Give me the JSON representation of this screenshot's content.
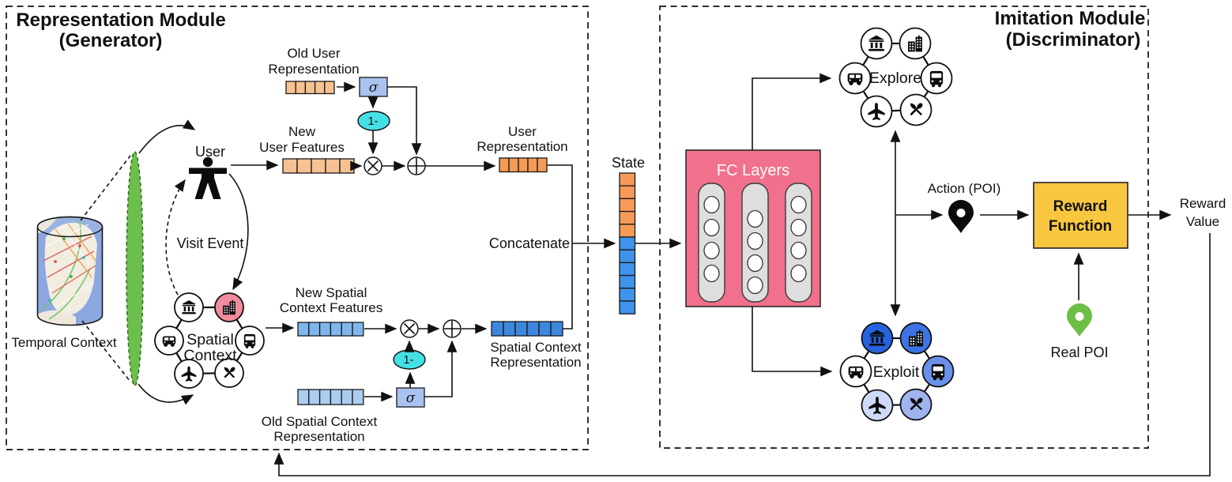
{
  "title_color": "#4F2B87",
  "generator": {
    "title_line1": "Representation Module",
    "title_line2": "(Generator)",
    "temporal_context_label": "Temporal Context",
    "user_label": "User",
    "visit_event_label": "Visit Event",
    "spatial_ring": {
      "label_line1": "Spatial",
      "label_line2": "Context",
      "icons": [
        "museum",
        "building",
        "bus",
        "restaurant",
        "plane",
        "car"
      ],
      "highlighted_icon": "building",
      "highlight_color": "#F08C9C"
    },
    "strips": {
      "old_user_representation": {
        "label_line1": "Old User",
        "label_line2": "Representation",
        "cells": 5,
        "color": "#F7C291"
      },
      "new_user_features": {
        "label_line1": "New",
        "label_line2": "User Features",
        "cells": 5,
        "color": "#F7C291"
      },
      "user_representation": {
        "label_line1": "User",
        "label_line2": "Representation",
        "cells": 5,
        "color": "#F59A57"
      },
      "new_spatial_context_features": {
        "label_line1": "New Spatial",
        "label_line2": "Context Features",
        "cells": 6,
        "color": "#7FB7EC"
      },
      "old_spatial_context_representation": {
        "label_line1": "Old Spatial Context",
        "label_line2": "Representation",
        "cells": 6,
        "color": "#ABCDF0"
      },
      "spatial_context_representation": {
        "label_line1": "Spatial Context",
        "label_line2": "Representation",
        "cells": 6,
        "color": "#3E87DE"
      }
    },
    "gates": {
      "sigma": "σ",
      "one_minus": "1-",
      "multiply": "⊗",
      "add": "⊕"
    },
    "concatenate_label": "Concatenate",
    "time_slice_color": "#6CBF4D"
  },
  "state": {
    "label": "State",
    "orange_cells": 5,
    "blue_cells": 6,
    "orange_color": "#F59A57",
    "blue_color": "#3E93EA"
  },
  "discriminator": {
    "title_line1": "Imitation Module",
    "title_line2": "(Discriminator)",
    "fc_layers": {
      "label": "FC Layers",
      "box_color": "#F1708B",
      "capsules": 3,
      "units_per_capsule": 4
    },
    "explore_ring": {
      "label": "Explore",
      "icons": [
        "museum",
        "building",
        "bus",
        "restaurant",
        "plane",
        "car"
      ]
    },
    "exploit_ring": {
      "label": "Exploit",
      "icons": [
        "museum",
        "building",
        "bus",
        "restaurant",
        "plane",
        "car"
      ],
      "circle_colors": [
        "#2563DF",
        "#3C74E3",
        "#6B90E9",
        "#9FB4EF",
        "#CEDAF8",
        "#FFFFFF"
      ]
    },
    "action": {
      "label": "Action (POI)",
      "pin_color": "#0B0B0B"
    },
    "reward_function": {
      "label_line1": "Reward",
      "label_line2": "Function",
      "box_color": "#F9C73F",
      "text_color": "#2B67D6"
    },
    "real_poi": {
      "label": "Real POI",
      "pin_color": "#6DBE45"
    },
    "reward_value_line1": "Reward",
    "reward_value_line2": "Value"
  }
}
